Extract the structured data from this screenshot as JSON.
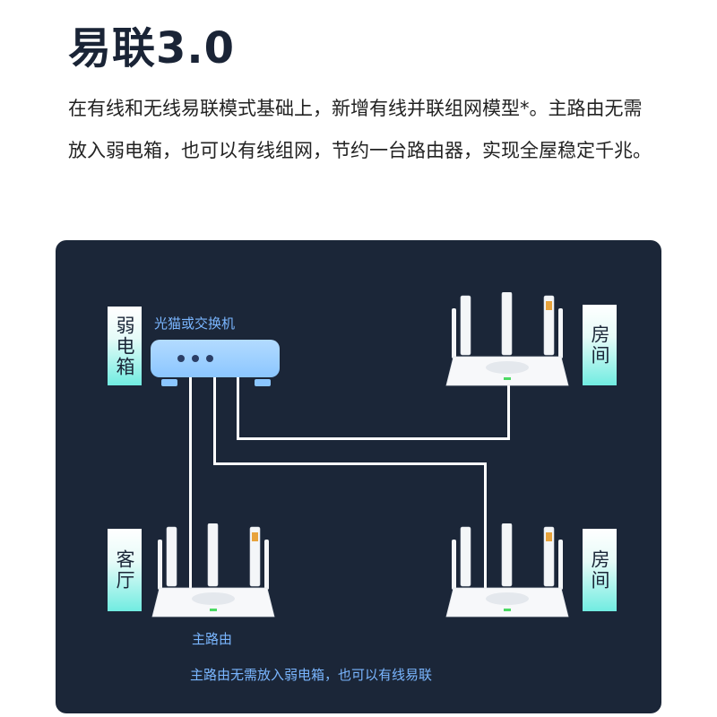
{
  "header": {
    "title": "易联3.0",
    "description": "在有线和无线易联模式基础上，新增有线并联组网模型*。主路由无需放入弱电箱，也可以有线组网，节约一台路由器，实现全屋稳定千兆。"
  },
  "diagram": {
    "labels": {
      "weak_box": "弱电箱",
      "room_top": "房间",
      "living_room": "客厅",
      "room_bottom": "房间"
    },
    "modem_label": "光猫或交换机",
    "main_router_label": "主路由",
    "footnote": "主路由无需放入弱电箱，也可以有线易联"
  },
  "colors": {
    "panel_bg": "#1b2638",
    "label_gradient_end": "#71ece1",
    "caption": "#7ab6ff",
    "modem": "#8bc6ff",
    "title": "#1a2436"
  }
}
